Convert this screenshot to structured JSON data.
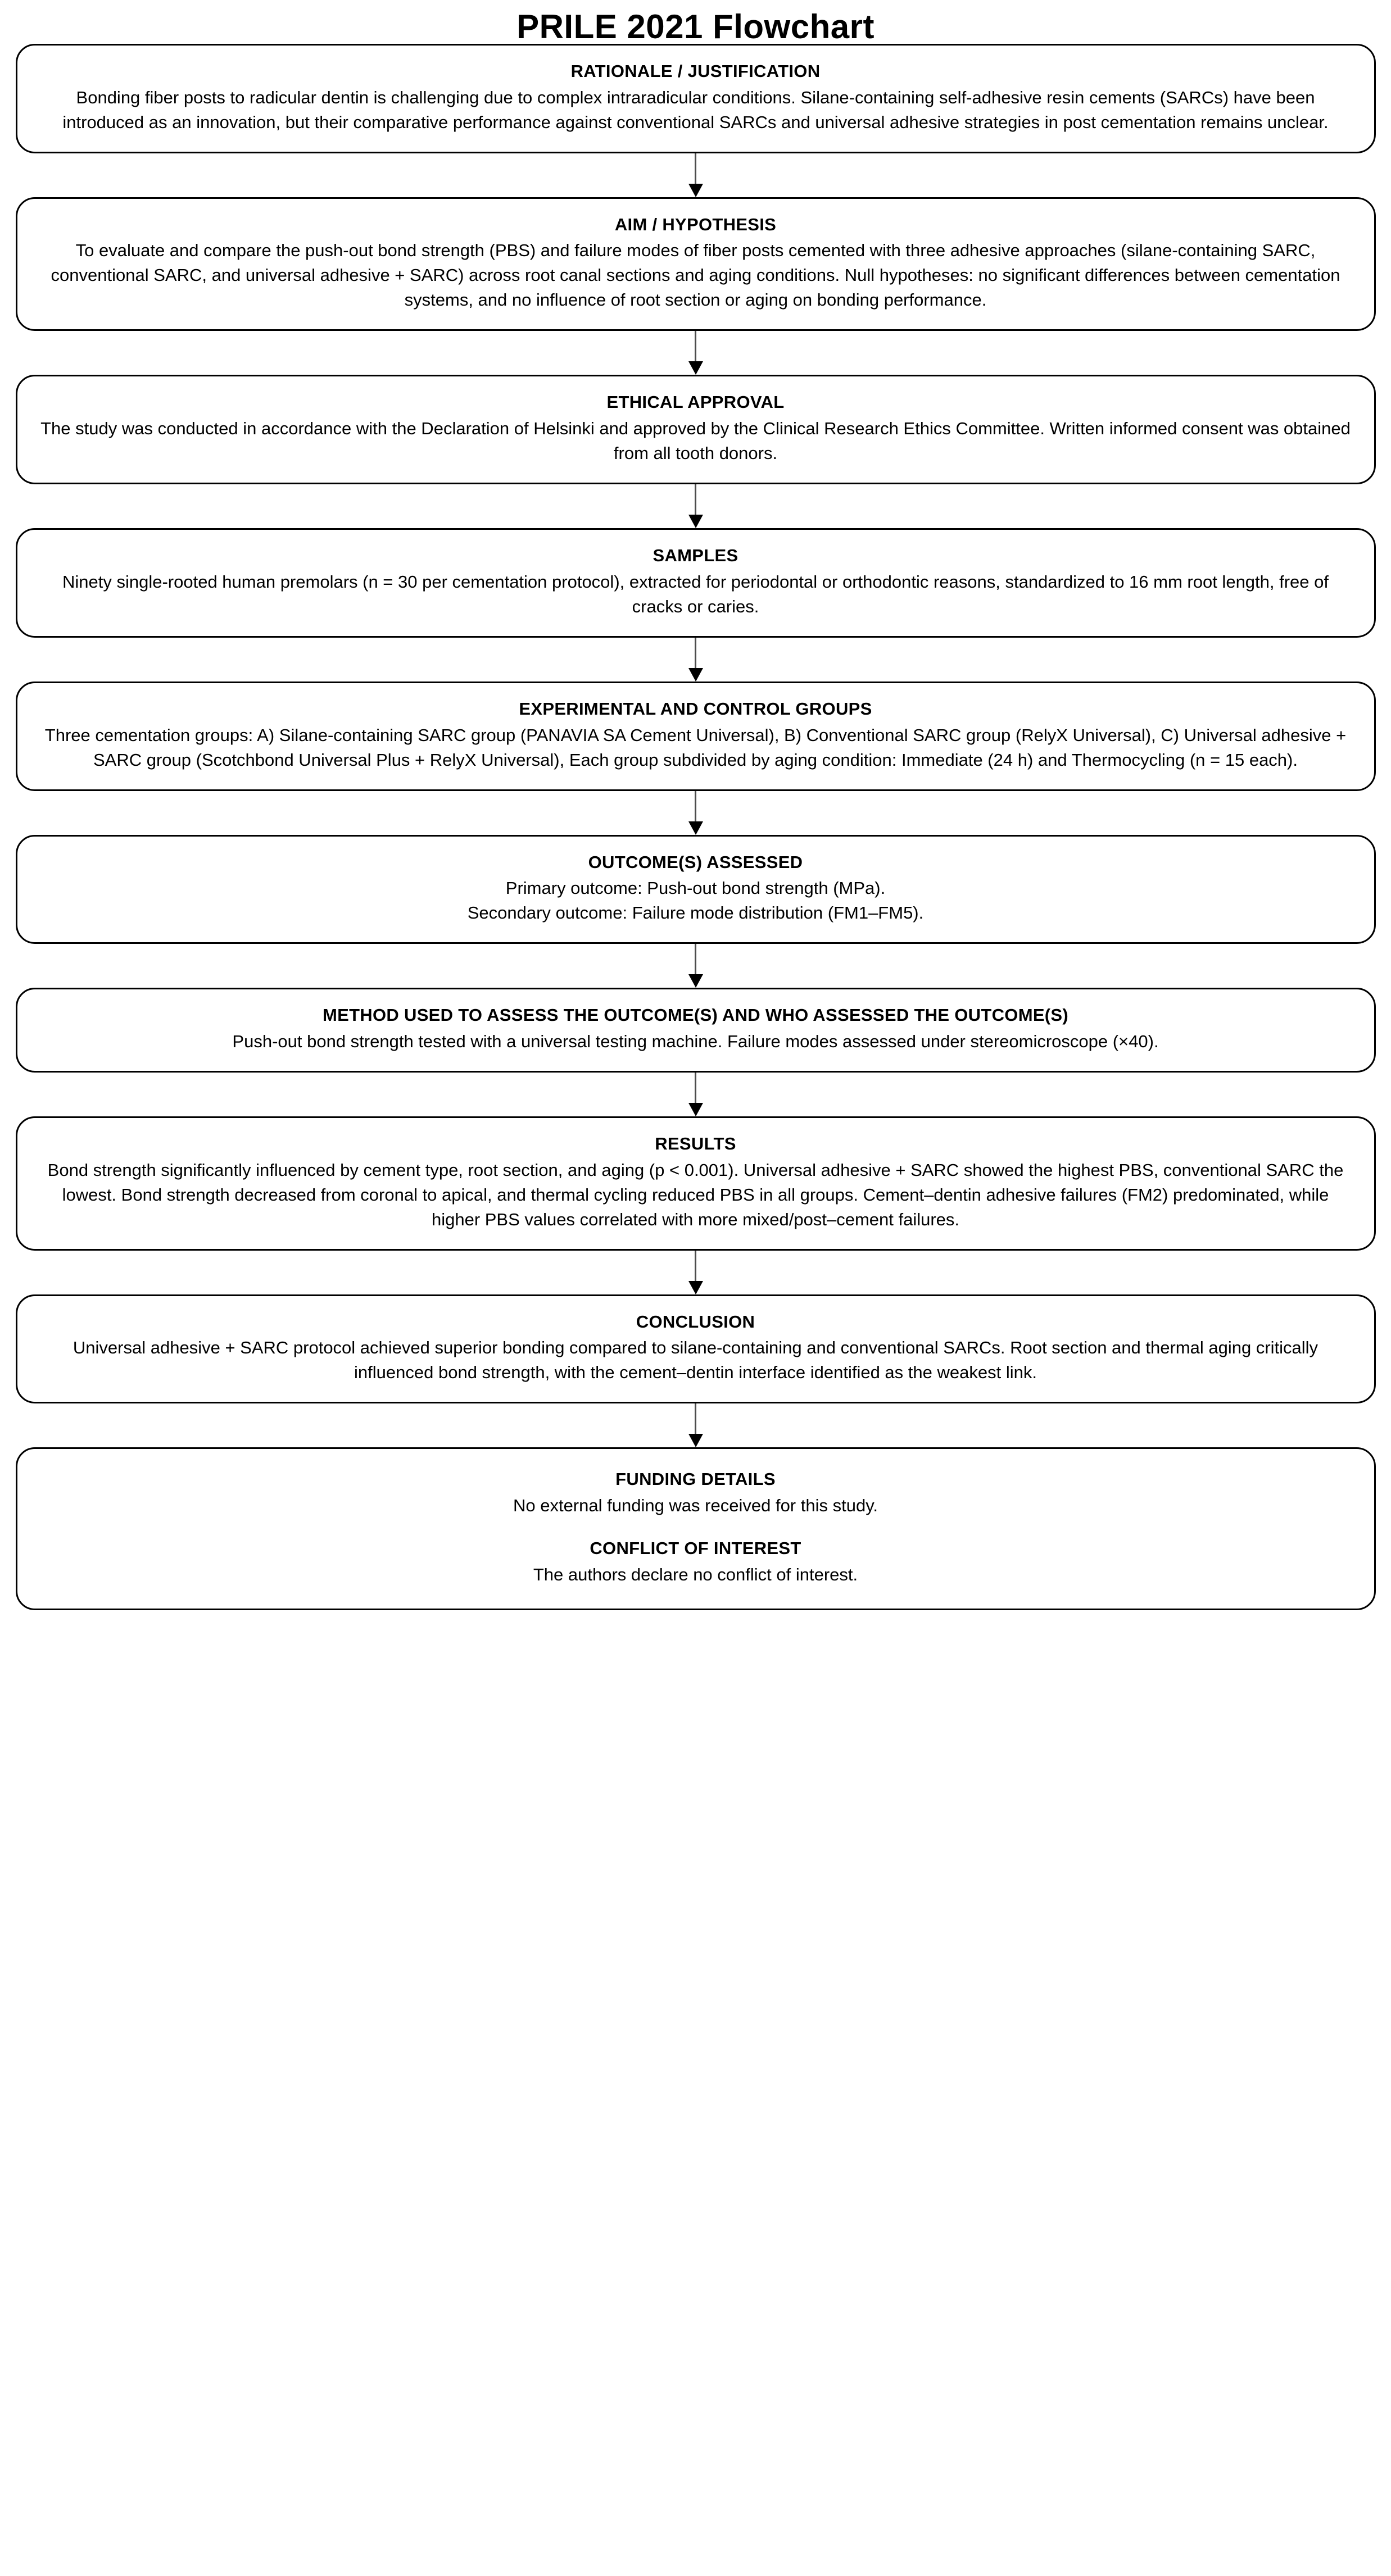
{
  "title": "PRILE 2021 Flowchart",
  "colors": {
    "box_border": "#000000",
    "box_fill": "#ffffff",
    "text": "#000000",
    "connector_line": "#4d4d4d",
    "arrow_head": "#000000"
  },
  "nodes": [
    {
      "heading": "RATIONALE / JUSTIFICATION",
      "body": "Bonding fiber posts to radicular dentin is challenging due to complex intraradicular conditions. Silane-containing self-adhesive resin cements (SARCs) have been introduced as an innovation, but their comparative performance against conventional SARCs and universal adhesive strategies in post cementation remains unclear."
    },
    {
      "heading": "AIM / HYPOTHESIS",
      "body": "To evaluate and compare the push-out bond strength (PBS) and failure modes of fiber posts cemented with three adhesive approaches (silane-containing SARC, conventional SARC, and universal adhesive + SARC) across root canal sections and aging conditions. Null hypotheses: no significant differences between cementation systems, and no influence of root section or aging on bonding performance."
    },
    {
      "heading": "ETHICAL APPROVAL",
      "body": "The study was conducted in accordance with the Declaration of Helsinki and approved by the Clinical Research Ethics Committee. Written informed consent was obtained from all tooth donors."
    },
    {
      "heading": "SAMPLES",
      "body": "Ninety single-rooted human premolars (n = 30 per cementation protocol), extracted for periodontal or orthodontic reasons, standardized to 16 mm root length, free of cracks or caries."
    },
    {
      "heading": "EXPERIMENTAL AND CONTROL GROUPS",
      "body": "Three cementation groups: A) Silane-containing SARC group (PANAVIA SA Cement Universal), B) Conventional SARC group (RelyX Universal), C) Universal adhesive + SARC group (Scotchbond Universal Plus + RelyX Universal), Each group subdivided by aging condition: Immediate (24 h) and Thermocycling (n = 15 each)."
    },
    {
      "heading": "OUTCOME(S) ASSESSED",
      "body": "Primary outcome: Push-out bond strength (MPa).\nSecondary outcome: Failure mode distribution (FM1–FM5)."
    },
    {
      "heading": "METHOD USED TO ASSESS THE OUTCOME(S) AND WHO ASSESSED THE OUTCOME(S)",
      "body": "Push-out bond strength tested with a universal testing machine. Failure modes assessed under stereomicroscope (×40)."
    },
    {
      "heading": "RESULTS",
      "body": "Bond strength significantly influenced by cement type, root section, and aging (p < 0.001). Universal adhesive + SARC showed the highest PBS, conventional SARC the lowest. Bond strength decreased from coronal to apical, and thermal cycling reduced PBS in all groups. Cement–dentin adhesive failures (FM2) predominated, while higher PBS values correlated with more mixed/post–cement failures."
    },
    {
      "heading": "CONCLUSION",
      "body": "Universal adhesive + SARC protocol achieved superior bonding compared to silane-containing and conventional SARCs. Root section and thermal aging critically influenced bond strength, with the cement–dentin interface identified as the weakest link."
    }
  ],
  "final_node": {
    "funding_heading": "FUNDING DETAILS",
    "funding_body": "No external funding was received for this study.",
    "coi_heading": "CONFLICT OF INTEREST",
    "coi_body": "The authors declare no conflict of interest."
  }
}
